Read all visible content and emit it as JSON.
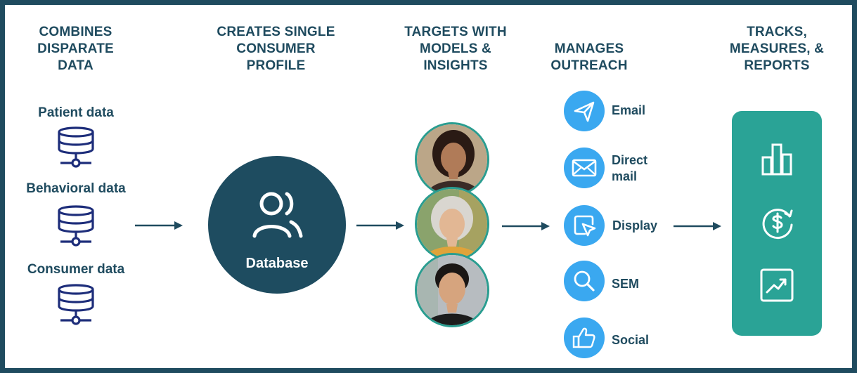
{
  "headings": {
    "combines": "COMBINES DISPARATE DATA",
    "creates": "CREATES SINGLE CONSUMER PROFILE",
    "targets": "TARGETS WITH MODELS & INSIGHTS",
    "manages": "MANAGES OUTREACH",
    "tracks": "TRACKS, MEASURES, & REPORTS"
  },
  "sources": [
    {
      "label": "Patient data",
      "icon": "database-icon"
    },
    {
      "label": "Behavioral data",
      "icon": "database-icon"
    },
    {
      "label": "Consumer data",
      "icon": "database-icon"
    }
  ],
  "profile": {
    "label": "Database",
    "icon": "user-group-icon"
  },
  "people": [
    {
      "icon": "woman-portrait-icon"
    },
    {
      "icon": "older-woman-portrait-icon"
    },
    {
      "icon": "man-portrait-icon"
    }
  ],
  "channels": [
    {
      "label": "Email",
      "icon": "send-icon"
    },
    {
      "label": "Direct mail",
      "icon": "envelope-icon"
    },
    {
      "label": "Display",
      "icon": "cursor-icon"
    },
    {
      "label": "SEM",
      "icon": "search-icon"
    },
    {
      "label": "Social",
      "icon": "thumbs-up-icon"
    }
  ],
  "reports": [
    {
      "icon": "bar-chart-icon"
    },
    {
      "icon": "dollar-cycle-icon"
    },
    {
      "icon": "trend-chart-icon"
    }
  ],
  "colors": {
    "navy": "#1f4b5f",
    "dark_circle": "#1e4c60",
    "icon_navy": "#1d2d7a",
    "channel_blue": "#3aa8f0",
    "teal": "#2aa396"
  }
}
